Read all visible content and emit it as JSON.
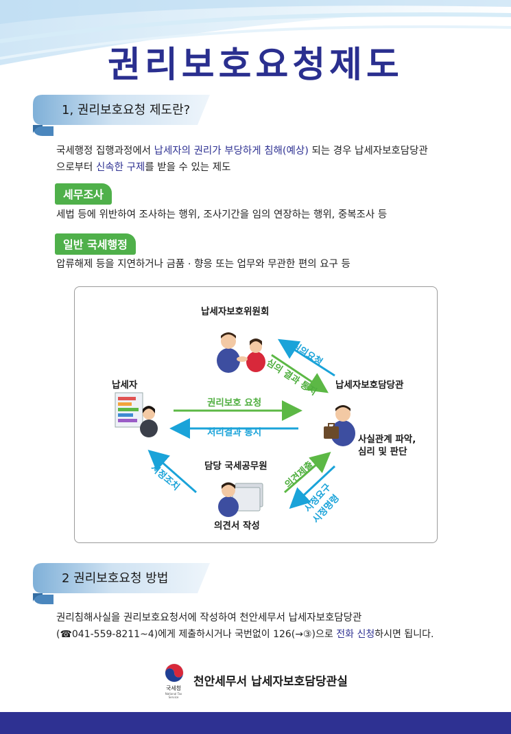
{
  "header": {
    "title": "권리보호요청제도"
  },
  "section1": {
    "title": "1, 권리보호요청 제도란?",
    "desc_line1_a": "국세행정 집행과정에서 ",
    "desc_line1_b": "납세자의 권리가 부당하게 침해(예상)",
    "desc_line1_c": " 되는 경우 납세자보호담당관",
    "desc_line2_a": "으로부터 ",
    "desc_line2_b": "신속한 구제",
    "desc_line2_c": "를 받을 수 있는 제도",
    "tax_audit": {
      "label": "세무조사",
      "text": "세법 등에 위반하여 조사하는 행위, 조사기간을 임의 연장하는 행위, 중복조사 등"
    },
    "general_admin": {
      "label": "일반 국세행정",
      "text": "압류해제 등을 지연하거나 금품 · 향응 또는 업무와 무관한 편의 요구 등"
    }
  },
  "diagram": {
    "committee": "납세자보호위원회",
    "taxpayer": "납세자",
    "officer": "납세자보호담당관",
    "official": "담당 국세공무원",
    "opinion_writing": "의견서 작성",
    "fact_finding_1": "사실관계 파악,",
    "fact_finding_2": "심리 및 판단",
    "request_protection": "권리보호 요청",
    "result_notice": "처리결과 통지",
    "deliberation_request": "심의요청",
    "deliberation_result": "심의 결과 통지",
    "corrective_action": "시정조치",
    "submit_opinion": "의견제출",
    "correction_request": "시정요구",
    "correction_order": "시정명령"
  },
  "section2": {
    "title": "2 권리보호요청 방법",
    "line1": "권리침해사실을 권리보호요청서에 작성하여 천안세무서 납세자보호담당관",
    "line2_a": "(☎041-559-8211~4)에게 제출하시거나 국번없이 126(→③)으로 ",
    "line2_b": "전화 신청",
    "line2_c": "하시면 됩니다."
  },
  "footer": {
    "logo_text": "국세청",
    "logo_sub": "National Tax Service",
    "office": "천안세무서 납세자보호담당관실"
  },
  "colors": {
    "brand": "#2e3192",
    "green": "#4fb04a",
    "cyan": "#1aa3d9"
  }
}
